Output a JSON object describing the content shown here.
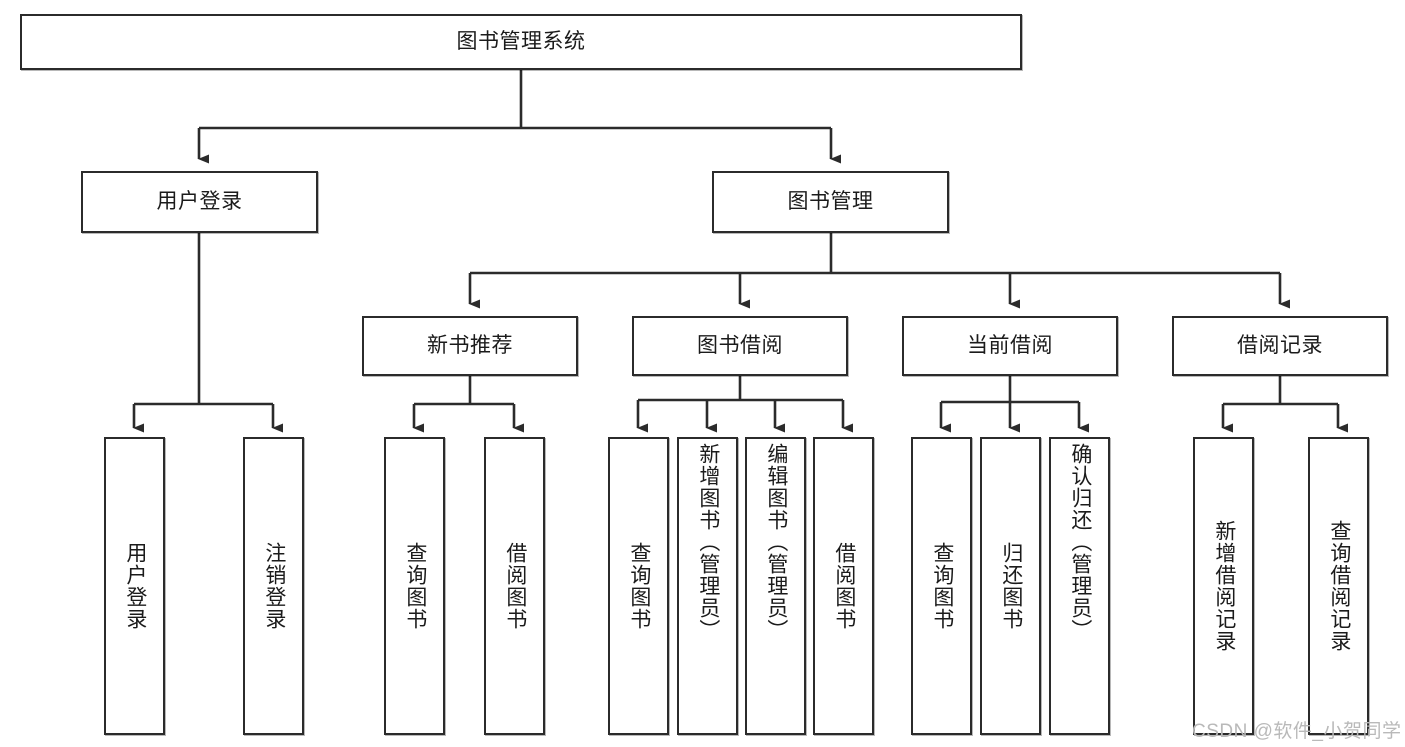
{
  "diagram": {
    "type": "tree",
    "title": "图书管理系统",
    "orientation": "top-down",
    "root": {
      "label": "图书管理系统",
      "children": [
        {
          "label": "用户登录",
          "children": [
            {
              "label": "用户登录"
            },
            {
              "label": "注销登录"
            }
          ]
        },
        {
          "label": "图书管理",
          "children": [
            {
              "label": "新书推荐",
              "children": [
                {
                  "label": "查询图书"
                },
                {
                  "label": "借阅图书"
                }
              ]
            },
            {
              "label": "图书借阅",
              "children": [
                {
                  "label": "查询图书"
                },
                {
                  "label": "新增图书（管理员）"
                },
                {
                  "label": "编辑图书（管理员）"
                },
                {
                  "label": "借阅图书"
                }
              ]
            },
            {
              "label": "当前借阅",
              "children": [
                {
                  "label": "查询图书"
                },
                {
                  "label": "归还图书"
                },
                {
                  "label": "确认归还（管理员）"
                }
              ]
            },
            {
              "label": "借阅记录",
              "children": [
                {
                  "label": "新增借阅记录"
                },
                {
                  "label": "查询借阅记录"
                }
              ]
            }
          ]
        }
      ]
    }
  },
  "nodes": {
    "root": "图书管理系统",
    "l1": {
      "user_login": "用户登录",
      "book_manage": "图书管理"
    },
    "l2": {
      "new_book_rec": "新书推荐",
      "book_borrow": "图书借阅",
      "current_borrow": "当前借阅",
      "borrow_record": "借阅记录"
    },
    "leaves": {
      "user_login_1": "用户登录",
      "user_login_2": "注销登录",
      "rec_1": "查询图书",
      "rec_2": "借阅图书",
      "borrow_1": "查询图书",
      "borrow_2": "新增图书（管理员）",
      "borrow_3": "编辑图书（管理员）",
      "borrow_4": "借阅图书",
      "current_1": "查询图书",
      "current_2": "归还图书",
      "current_3": "确认归还（管理员）",
      "record_1": "新增借阅记录",
      "record_2": "查询借阅记录"
    }
  },
  "watermark": "CSDN @软件_小贺同学",
  "colors": {
    "box_border": "#2b2b2b",
    "box_fill": "#ffffff",
    "text": "#1b1b1b",
    "connector": "#2b2b2b",
    "watermark": "#b9b9b9",
    "background": "#ffffff"
  }
}
